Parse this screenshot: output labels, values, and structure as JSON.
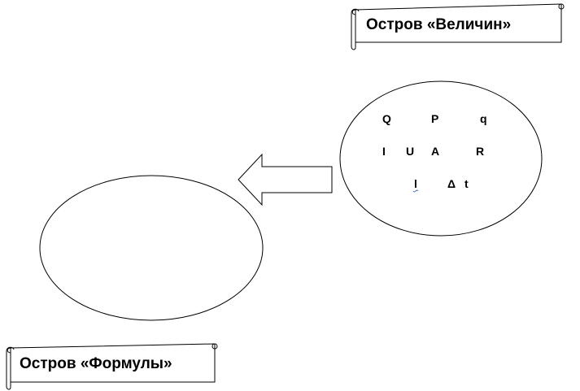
{
  "banners": {
    "top_right": "Остров «Величин»",
    "bottom_left": "Остров «Формулы»"
  },
  "quantities": {
    "row1": [
      "Q",
      "P",
      "q"
    ],
    "row2": [
      "I",
      "U",
      "A",
      "R"
    ],
    "row3": [
      "l",
      "Δ",
      "t"
    ]
  },
  "colors": {
    "stroke": "#000000",
    "fill": "#ffffff",
    "spell_underline": "#4472c4"
  }
}
